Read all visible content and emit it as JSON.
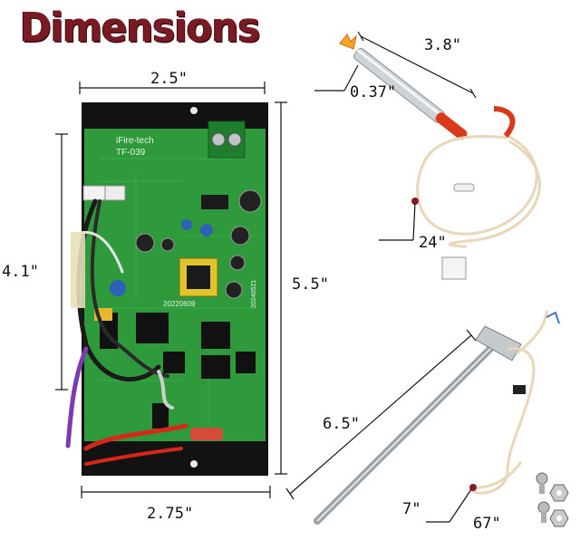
{
  "title": "Dimensions",
  "board": {
    "brand": "iFire-tech",
    "model": "TF-039",
    "date_code_1": "20220609",
    "date_code_2": "20240521"
  },
  "dimensions": {
    "board_width_top": "2.5\"",
    "board_height_left": "4.1\"",
    "board_height_right": "5.5\"",
    "board_width_bottom": "2.75\"",
    "igniter_length": "3.8\"",
    "igniter_diameter": "0.37\"",
    "igniter_cable": "24\"",
    "probe_length": "6.5\"",
    "probe_rod": "7\"",
    "probe_cable": "67\""
  },
  "colors": {
    "title": "#7a1a22",
    "backplate": "#121212",
    "pcb": "#2f9a3c",
    "igniter_tip": "#d93a1a",
    "cable": "#e8d7b8"
  }
}
